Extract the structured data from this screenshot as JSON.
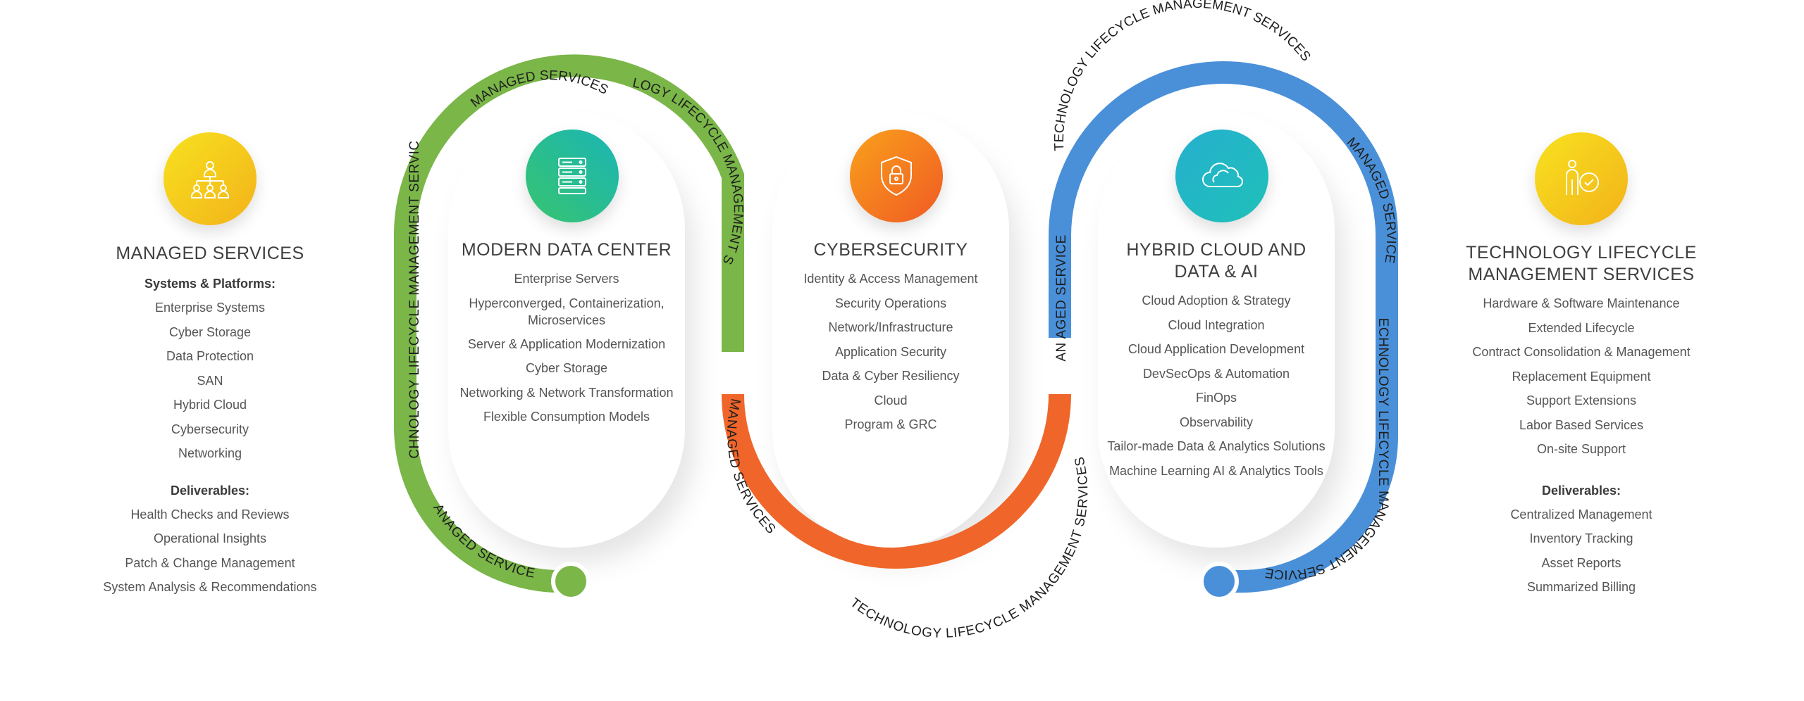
{
  "colors": {
    "green": "#7ab648",
    "orange": "#f0662a",
    "blue": "#4a90d9",
    "yellow_grad": [
      "#f7e21f",
      "#f3b21a"
    ],
    "teal_grad": [
      "#1ab5b5",
      "#38c46f"
    ],
    "orange_grad": [
      "#f9a11b",
      "#f05a24"
    ],
    "cyan_grad": [
      "#26b0cf",
      "#1ec0b8"
    ]
  },
  "ring_labels": {
    "managed": "MANAGED SERVICES",
    "tlms": "TECHNOLOGY LIFECYCLE MANAGEMENT SERVICES",
    "managed_split": "MAN AGED SERVICES"
  },
  "managed_services": {
    "icon": "org-chart-icon",
    "title": "MANAGED SERVICES",
    "systems_header": "Systems & Platforms:",
    "systems": [
      "Enterprise Systems",
      "Cyber Storage",
      "Data Protection",
      "SAN",
      "Hybrid Cloud",
      "Cybersecurity",
      "Networking"
    ],
    "deliverables_header": "Deliverables:",
    "deliverables": [
      "Health Checks and Reviews",
      "Operational Insights",
      "Patch & Change Management",
      "System Analysis & Recommendations"
    ]
  },
  "modern_data_center": {
    "icon": "server-rack-icon",
    "title": "MODERN DATA CENTER",
    "items": [
      "Enterprise Servers",
      "Hyperconverged, Containerization,",
      "Microservices",
      "Server & Application Modernization",
      "Cyber Storage",
      "Networking & Network Transformation",
      "Flexible Consumption Models"
    ]
  },
  "cybersecurity": {
    "icon": "shield-lock-icon",
    "title": "CYBERSECURITY",
    "items": [
      "Identity & Access Management",
      "Security Operations",
      "Network/Infrastructure",
      "Application Security",
      "Data & Cyber Resiliency",
      "Cloud",
      "Program & GRC"
    ]
  },
  "hybrid_cloud": {
    "icon": "cloud-icon",
    "title_line1": "HYBRID CLOUD AND",
    "title_line2": "DATA & AI",
    "items": [
      "Cloud Adoption & Strategy",
      "Cloud Integration",
      "Cloud Application Development",
      "DevSecOps & Automation",
      "FinOps",
      "Observability",
      "Tailor-made Data & Analytics Solutions",
      "Machine Learning AI & Analytics Tools"
    ]
  },
  "tlms": {
    "icon": "person-check-icon",
    "title_line1": "TECHNOLOGY LIFECYCLE",
    "title_line2": "MANAGEMENT SERVICES",
    "items": [
      "Hardware & Software Maintenance",
      "Extended Lifecycle",
      "Contract Consolidation & Management",
      "Replacement Equipment",
      "Support Extensions",
      "Labor Based Services",
      "On-site Support"
    ],
    "deliverables_header": "Deliverables:",
    "deliverables": [
      "Centralized Management",
      "Inventory Tracking",
      "Asset Reports",
      "Summarized Billing"
    ]
  }
}
